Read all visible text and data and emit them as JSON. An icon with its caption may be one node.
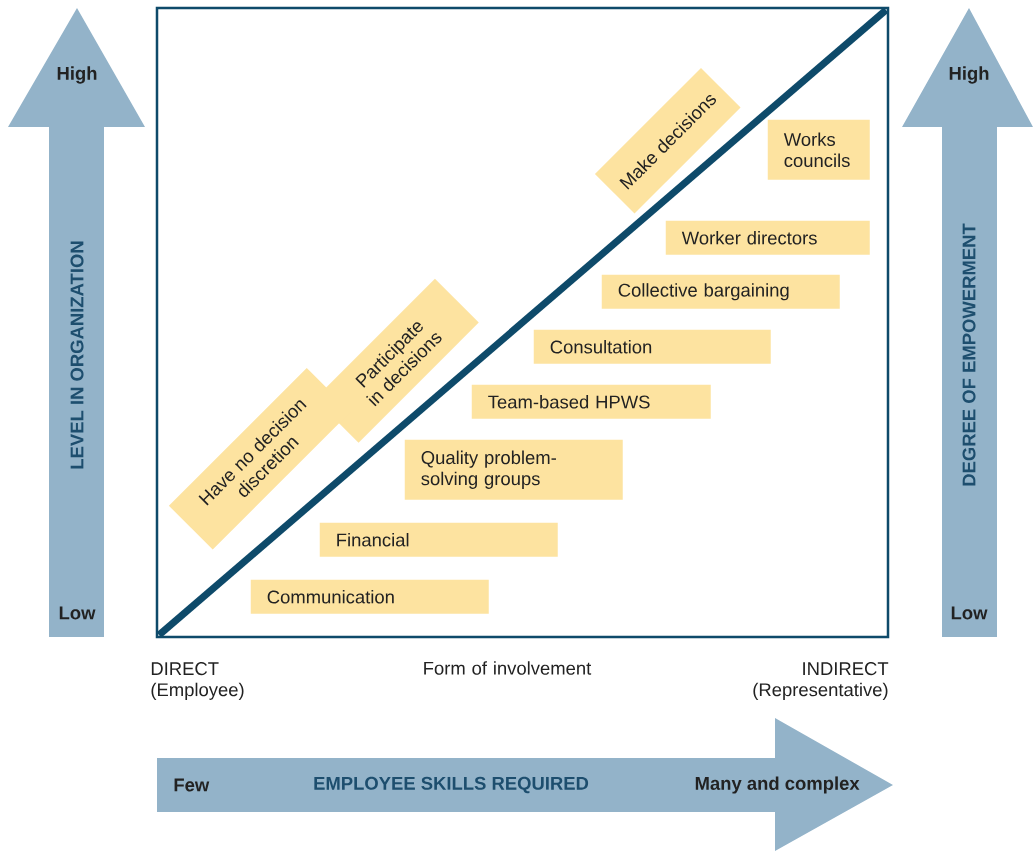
{
  "diagram": {
    "nodes": [
      {
        "text": [
          "High",
          "LEVEL IN ORGANIZATION",
          "Low"
        ]
      },
      {
        "text": [
          "High",
          "DEGREE OF EMPOWERMENT",
          "Low"
        ]
      },
      {
        "text": [],
        "shape": "box"
      },
      {
        "text": [
          "Make decisions"
        ],
        "in": 2
      },
      {
        "text": [
          "Works councils"
        ],
        "in": 2
      },
      {
        "text": [
          "Worker directors"
        ],
        "in": 2
      },
      {
        "text": [
          "Collective bargaining"
        ],
        "in": 2
      },
      {
        "text": [
          "Participate in decisions"
        ],
        "in": 2
      },
      {
        "text": [
          "Consultation"
        ],
        "in": 2
      },
      {
        "text": [
          "Team-based HPWS"
        ],
        "in": 2
      },
      {
        "text": [
          "Have no decision discretion"
        ],
        "in": 2
      },
      {
        "text": [
          "Quality problem-solving groups"
        ],
        "in": 2
      },
      {
        "text": [
          "Financial"
        ],
        "in": 2
      },
      {
        "text": [
          "Communication"
        ],
        "in": 2
      },
      {
        "text": [
          "Few",
          "EMPLOYEE SKILLS REQUIRED",
          "Many and complex"
        ]
      }
    ],
    "labels": [
      "DIRECT (Employee)",
      "Form of involvement",
      "INDIRECT (Representative)"
    ]
  }
}
